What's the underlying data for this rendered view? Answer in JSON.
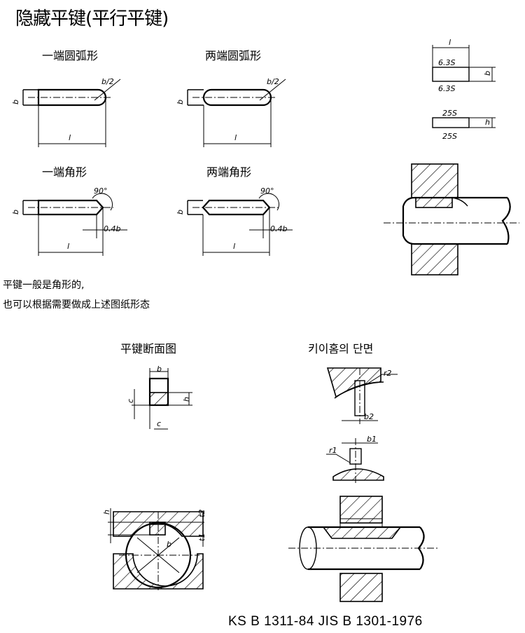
{
  "page": {
    "title": "隐藏平键(平行平键)",
    "labels": {
      "one_round": "一端圆弧形",
      "two_round": "两端圆弧形",
      "one_square": "一端角形",
      "two_square": "两端角形",
      "section_cn": "平键断面图",
      "section_kr": "키이홈의 단면"
    },
    "notes": [
      "平键一般是角形的,",
      "也可以根据需要做成上述图纸形态"
    ],
    "standards": "KS B 1311-84   JIS B 1301-1976"
  },
  "dims": {
    "b": "b",
    "b_half": "b/2",
    "l": "l",
    "deg90": "90°",
    "c04b": "0.4b",
    "s63": "6.3S",
    "s25": "25S",
    "h": "h",
    "c": "c",
    "r1": "r1",
    "r2": "r2",
    "b1": "b1",
    "b2": "b2",
    "t1": "t1",
    "t2": "t2"
  }
}
